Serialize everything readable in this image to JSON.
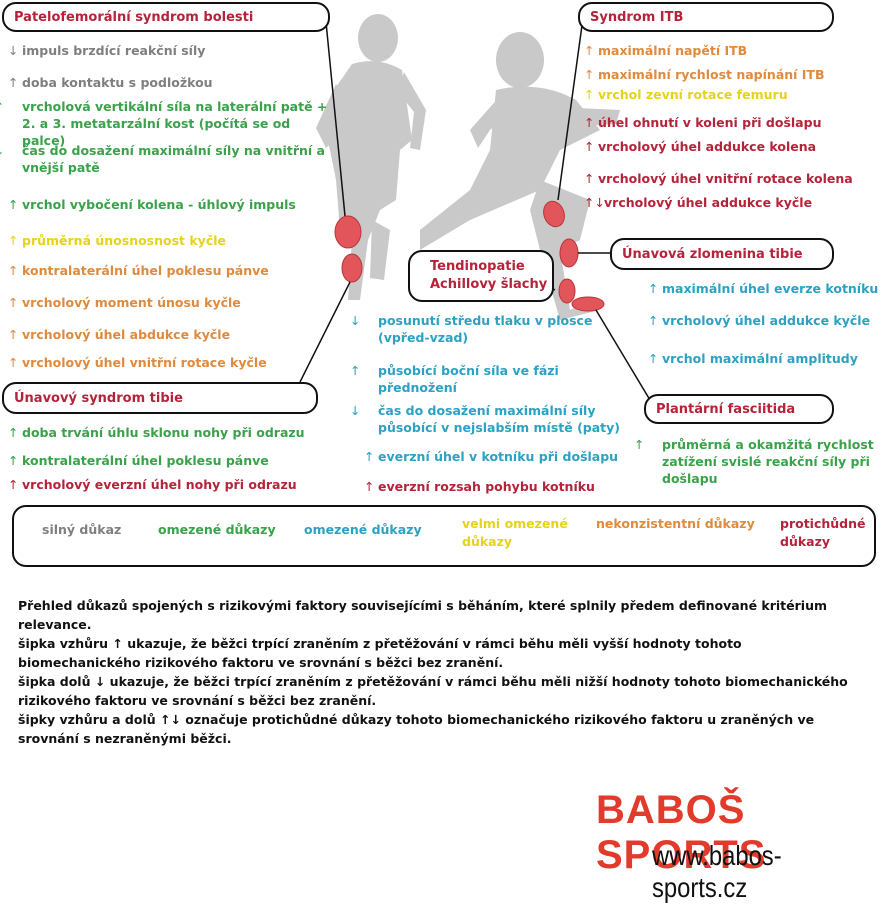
{
  "boxes": {
    "pfps": "Patelofemorální syndrom bolesti",
    "itb": "Syndrom ITB",
    "tibia_fracture": "Únavová zlomenina tibie",
    "achilles": "Tendinopatie\nAchillovy šlachy",
    "tibia_syndrome": "Únavový syndrom tibie",
    "plantar": "Plantární fasciitida"
  },
  "pfps_items": [
    {
      "arrow": "↓",
      "text": "impuls brzdící reakční síly",
      "color": "gray"
    },
    {
      "arrow": "↑",
      "text": "doba kontaktu s podložkou",
      "color": "gray"
    },
    {
      "arrow": "↑",
      "text": "vrcholová vertikální síla na laterální patě + 2. a 3. metatarzální kost (počítá se od palce)",
      "color": "green"
    },
    {
      "arrow": "↓",
      "text": "čas do dosažení maximální síly na vnitřní a vnější patě",
      "color": "green"
    },
    {
      "arrow": "↑",
      "text": "vrchol vybočení kolena - úhlový impuls",
      "color": "green"
    },
    {
      "arrow": "↑",
      "text": "průměrná únosnosnost kyčle",
      "color": "yellow"
    },
    {
      "arrow": "↑",
      "text": "kontralaterální úhel poklesu pánve",
      "color": "orange"
    },
    {
      "arrow": "↑",
      "text": "vrcholový moment únosu kyčle",
      "color": "orange"
    },
    {
      "arrow": "↑",
      "text": "vrcholový úhel abdukce kyčle",
      "color": "orange"
    },
    {
      "arrow": "↑",
      "text": "vrcholový úhel vnitřní rotace kyčle",
      "color": "orange"
    }
  ],
  "tibia_syndrome_items": [
    {
      "arrow": "↑",
      "text": "doba trvání úhlu sklonu nohy při odrazu",
      "color": "green"
    },
    {
      "arrow": "↑",
      "text": "kontralaterální úhel poklesu pánve",
      "color": "green"
    },
    {
      "arrow": "↑",
      "text": "vrcholový everzní úhel nohy při odrazu",
      "color": "red"
    }
  ],
  "itb_items": [
    {
      "arrow": "↑",
      "text": "maximální napětí ITB",
      "color": "orange"
    },
    {
      "arrow": "↑",
      "text": "maximální rychlost napínání ITB",
      "color": "orange"
    },
    {
      "arrow": "↑",
      "text": "vrchol zevní rotace femuru",
      "color": "yellow"
    },
    {
      "arrow": "↑",
      "text": "úhel ohnutí v koleni při došlapu",
      "color": "red"
    },
    {
      "arrow": "↑",
      "text": "vrcholový úhel addukce kolena",
      "color": "red"
    },
    {
      "arrow": "↑",
      "text": "vrcholový úhel vnitřní rotace kolena",
      "color": "red"
    },
    {
      "arrow": "↑↓",
      "text": "vrcholový úhel addukce kyčle",
      "color": "red"
    }
  ],
  "tibia_fracture_items": [
    {
      "arrow": "↑",
      "text": "maximální úhel everze kotníku",
      "color": "blue"
    },
    {
      "arrow": "↑",
      "text": "vrcholový úhel addukce kyčle",
      "color": "blue"
    },
    {
      "arrow": "↑",
      "text": "vrchol maximální amplitudy",
      "color": "blue"
    }
  ],
  "achilles_items": [
    {
      "arrow": "↓",
      "text": "posunutí středu tlaku v plosce (vpřed-vzad)",
      "color": "blue"
    },
    {
      "arrow": "↑",
      "text": "působící boční síla ve fázi přednožení",
      "color": "blue"
    },
    {
      "arrow": "↓",
      "text": "čas do dosažení maximální síly působící v nejslabším místě (paty)",
      "color": "blue"
    },
    {
      "arrow": "↑",
      "text": "everzní úhel v kotníku při došlapu",
      "color": "blue"
    },
    {
      "arrow": "↑",
      "text": "everzní rozsah pohybu kotníku",
      "color": "red"
    }
  ],
  "plantar_items": [
    {
      "arrow": "↑",
      "text": "průměrná a okamžitá rychlost zatížení svislé reakční síly při došlapu",
      "color": "green"
    }
  ],
  "legend": [
    {
      "text": "silný důkaz",
      "color": "gray"
    },
    {
      "text": "omezené důkazy",
      "color": "green"
    },
    {
      "text": "omezené důkazy",
      "color": "blue"
    },
    {
      "text": "velmi omezené důkazy",
      "color": "yellow"
    },
    {
      "text": "nekonzistentní důkazy",
      "color": "orange"
    },
    {
      "text": "protichůdné důkazy",
      "color": "red"
    }
  ],
  "footer": [
    "Přehled důkazů spojených s rizikovými faktory souvisejícími s běháním, které splnily     předem definované kritérium relevance.",
    "šipka vzhůru ↑ ukazuje, že běžci trpící zraněním z přetěžování v rámci běhu měli vyšší hodnoty tohoto biomechanického rizikového faktoru ve srovnání s běžci bez zranění.",
    "šipka dolů ↓ ukazuje, že běžci trpící zraněním z přetěžování v rámci běhu měli nižší hodnoty tohoto biomechanického rizikového faktoru ve srovnání s běžci bez zranění.",
    "šipky vzhůru a dolů ↑↓ označuje protichůdné důkazy tohoto biomechanického rizikového faktoru u zraněných ve srovnání s nezraněnými běžci."
  ],
  "brand": {
    "name": "BABOŠ SPORTS",
    "url": "www.babos-sports.cz"
  },
  "colors": {
    "gray": "#7f7f7f",
    "green": "#3aa24a",
    "blue": "#2ba2c3",
    "yellow": "#e6d21c",
    "orange": "#e08a3c",
    "red": "#b5233a",
    "hotspot": "#e2555b"
  }
}
